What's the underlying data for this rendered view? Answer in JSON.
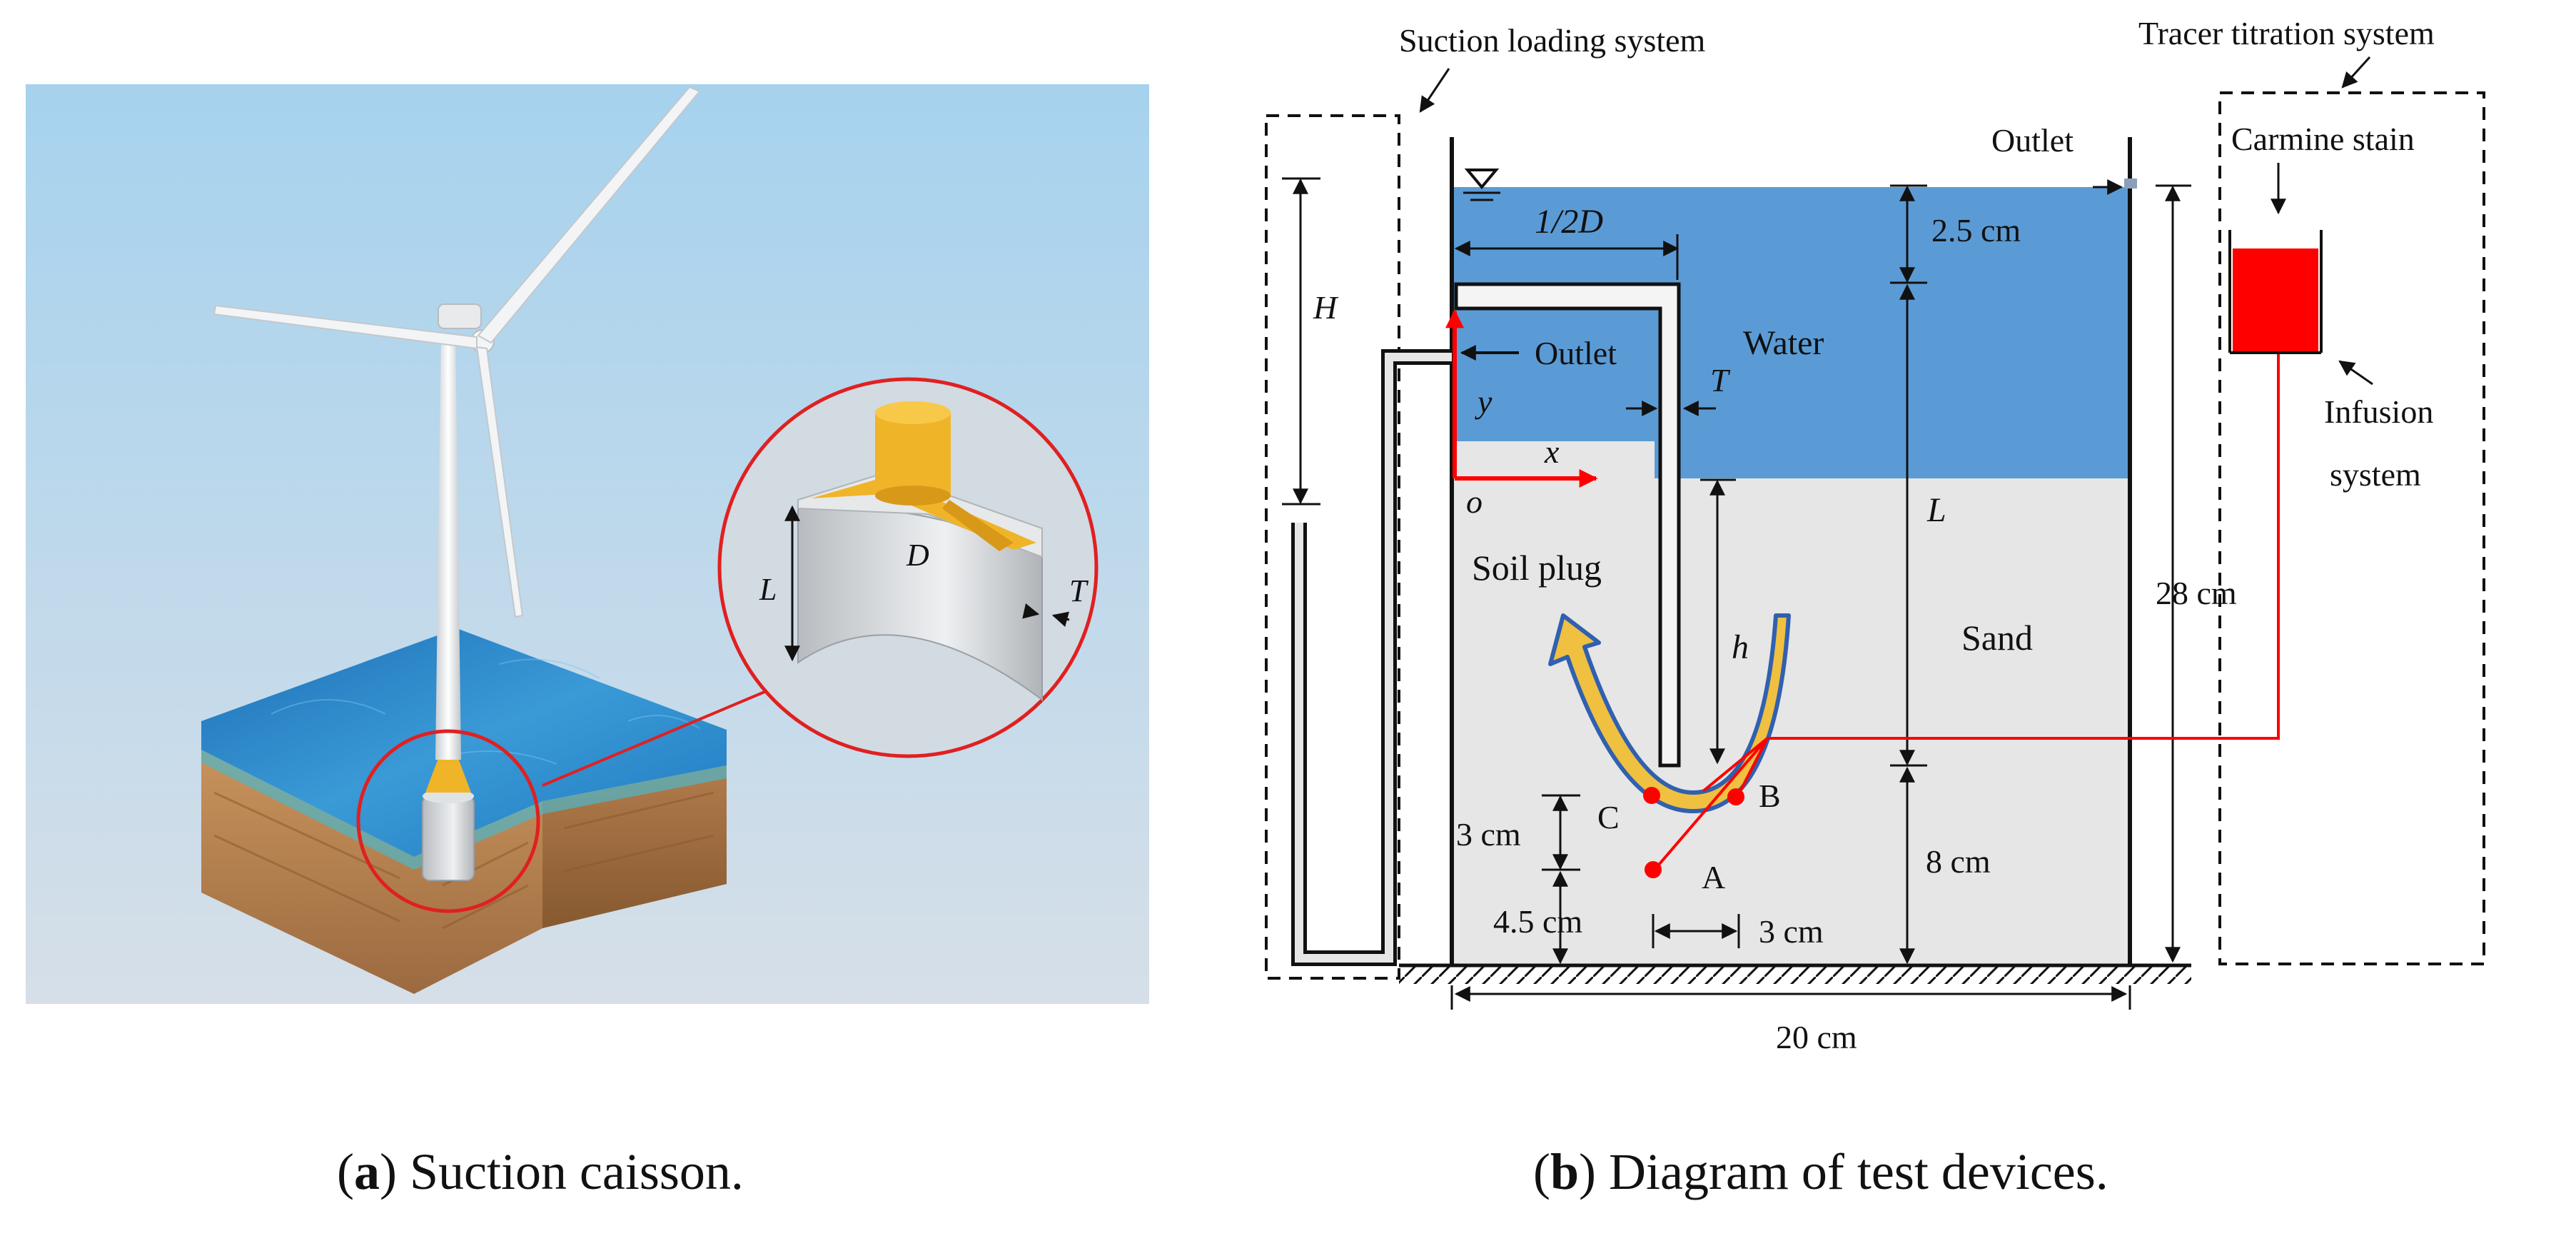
{
  "panel_a": {
    "labels": {
      "L": "L",
      "D": "D",
      "T": "T"
    },
    "caption_letter": "a",
    "caption_text": "Suction caisson."
  },
  "panel_b": {
    "labels": {
      "suction_loading_system": "Suction loading system",
      "tracer_titration_system": "Tracer titration system",
      "outlet_top": "Outlet",
      "carmine_stain": "Carmine stain",
      "infusion_system_1": "Infusion",
      "infusion_system_2": "system",
      "H": "H",
      "half_D": "1/2D",
      "dim_2_5cm": "2.5 cm",
      "water": "Water",
      "outlet_inner": "Outlet",
      "T": "T",
      "y": "y",
      "x": "x",
      "o": "o",
      "L": "L",
      "soil_plug": "Soil plug",
      "h": "h",
      "sand": "Sand",
      "dim_28cm": "28 cm",
      "point_C": "C",
      "point_B": "B",
      "point_A": "A",
      "dim_3cm_v": "3 cm",
      "dim_4_5cm": "4.5 cm",
      "dim_3cm_h": "3 cm",
      "dim_8cm": "8 cm",
      "dim_20cm": "20 cm"
    },
    "caption_letter": "b",
    "caption_text": "Diagram of test devices."
  },
  "colors": {
    "water": "#5b9bd5",
    "sand": "#e6e6e6",
    "dye": "#ff0000",
    "arrow_fill": "#f0c040",
    "arrow_edge": "#3060b0",
    "sky_top": "#a8d4ee",
    "sky_bottom": "#d4dee8",
    "caisson_yellow": "#f0b428",
    "sea": "#2a86c8",
    "soil": "#b8865a"
  }
}
